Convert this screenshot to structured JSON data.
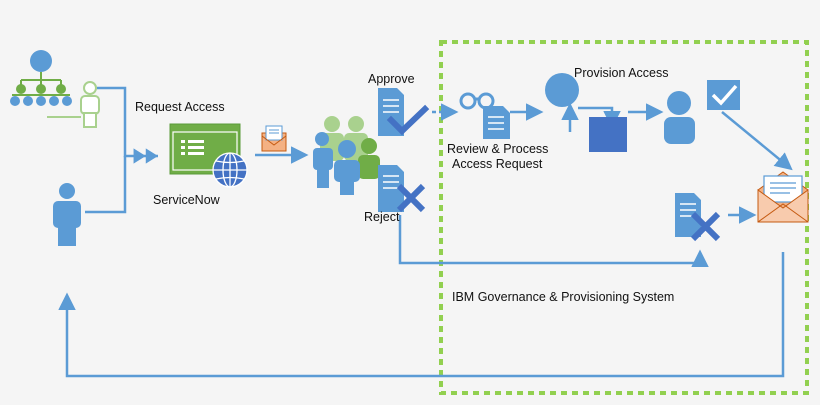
{
  "labels": {
    "request_access": "Request Access",
    "servicenow": "ServiceNow",
    "approve": "Approve",
    "reject": "Reject",
    "review_line1": "Review & Process",
    "review_line2": "Access Request",
    "provision_access": "Provision Access",
    "system": "IBM Governance & Provisioning System"
  },
  "colors": {
    "primary_blue": "#5b9bd5",
    "dark_blue": "#4472c4",
    "connector_blue": "#5b9bd5",
    "green": "#70ad47",
    "light_green": "#a9d18e",
    "dashed_border": "#92d050",
    "envelope": "#f4b183",
    "background": "#f5f5f5"
  },
  "icons": [
    "org-chart-icon",
    "user-outline-icon",
    "user-icon",
    "servicenow-app-icon",
    "globe-icon",
    "envelope-icon",
    "team-icon",
    "document-icon",
    "checkmark-icon",
    "x-mark-icon",
    "glasses-icon",
    "checkbox-icon",
    "open-envelope-icon"
  ]
}
